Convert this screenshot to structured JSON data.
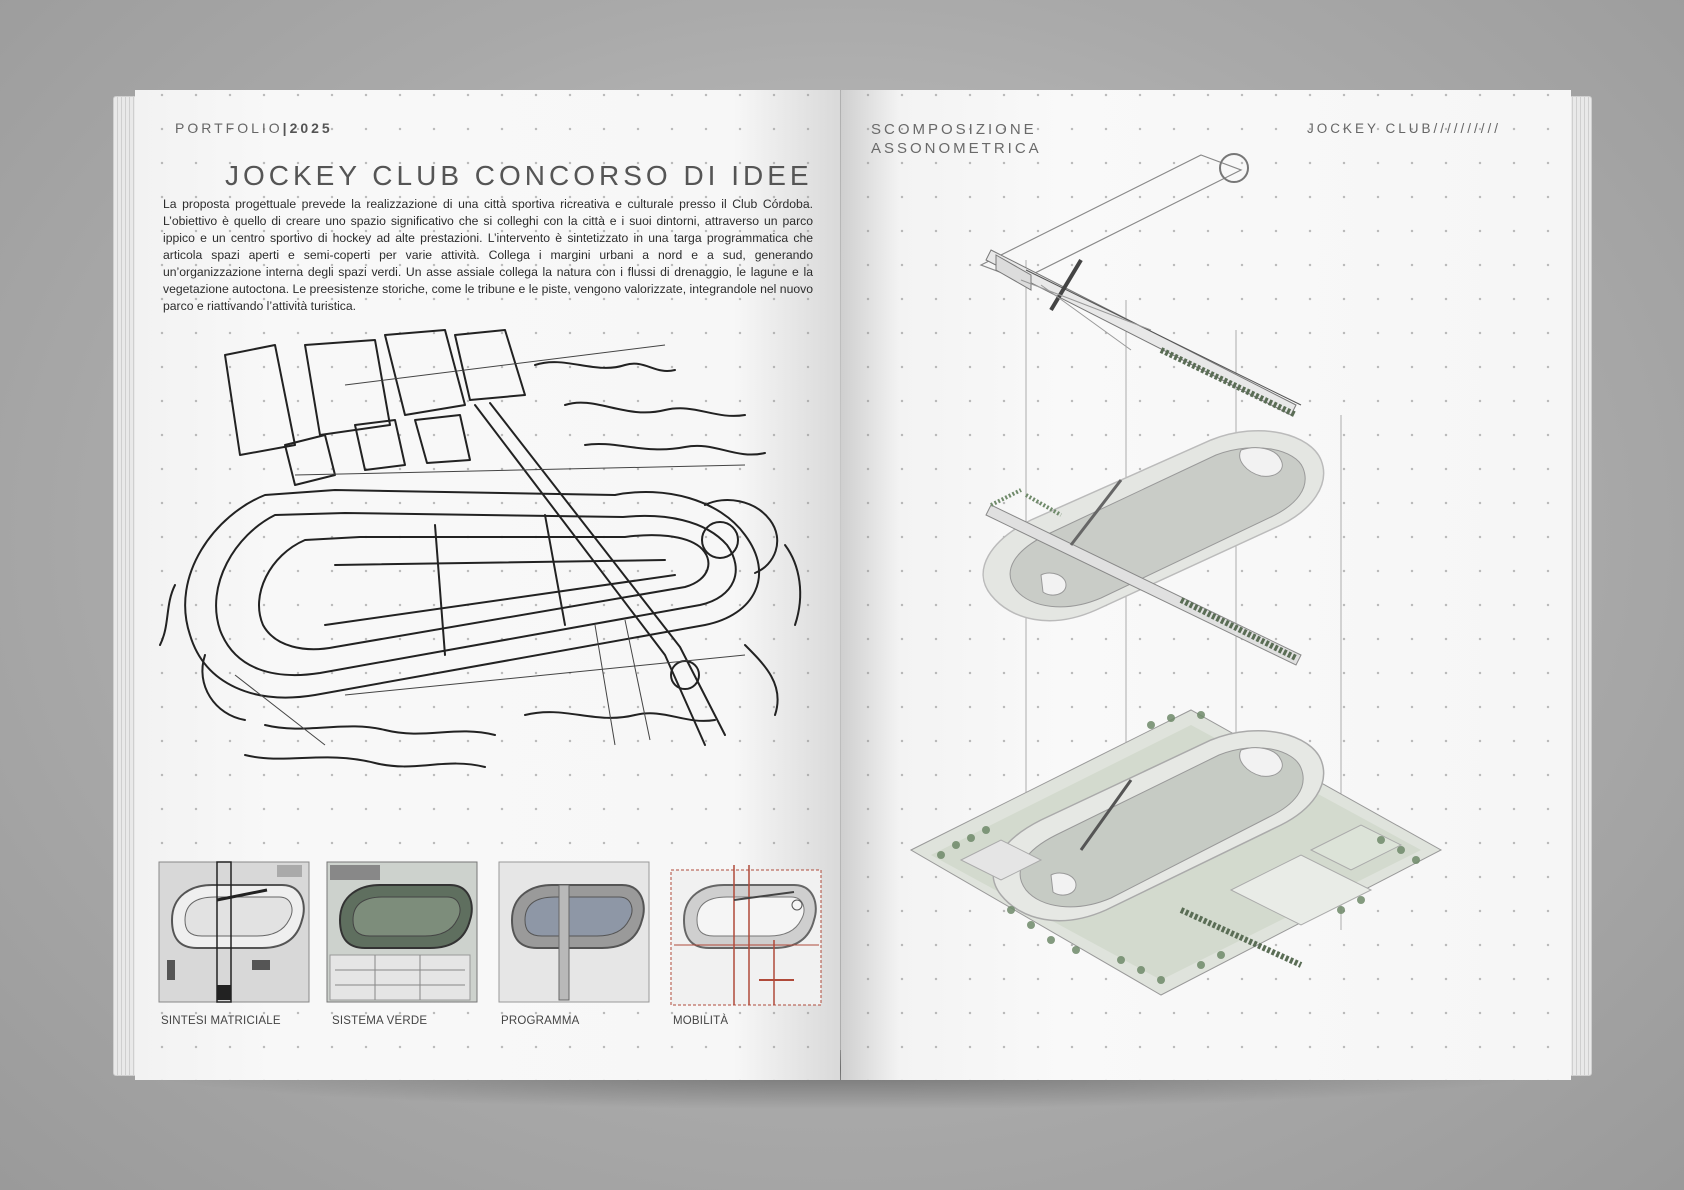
{
  "left_page": {
    "header_label": "PORTFOLIO",
    "header_year": "2025",
    "title": "JOCKEY CLUB CONCORSO DI IDEE",
    "body": "La proposta progettuale prevede la realizzazione di una città sportiva ricreativa e culturale presso il Club Córdoba. L’obiettivo è quello di creare uno spazio significativo che si colleghi con la città e i suoi dintorni, attraverso un parco ippico e un centro sportivo di hockey ad alte prestazioni. L’intervento è sintetizzato in una targa programmatica che articola spazi aperti e semi-coperti per varie attività. Collega i margini urbani a nord e a sud, generando un’organizzazione interna degli spazi verdi. Un asse assiale collega la natura con i flussi di drenaggio, le lagune e la vegetazione autoctona. Le preesistenze storiche, come le tribune e le piste, vengono valorizzate, integrandole nel nuovo parco e riattivando l’attività turistica.",
    "diagrams": [
      {
        "caption": "SINTESI MATRICIALE"
      },
      {
        "caption": "SISTEMA VERDE"
      },
      {
        "caption": "PROGRAMMA"
      },
      {
        "caption": "MOBILITÀ"
      }
    ]
  },
  "right_page": {
    "header_left_line1": "SCOMPOSIZIONE",
    "header_left_line2": "ASSONOMETRICA",
    "header_right": "JOCKEY CLUB//////////"
  },
  "colors": {
    "background": "#a9a9a9",
    "paper": "#f7f7f7",
    "text": "#555555",
    "axo_green": "#8fa88a",
    "mobility_red": "#b04a3a"
  }
}
